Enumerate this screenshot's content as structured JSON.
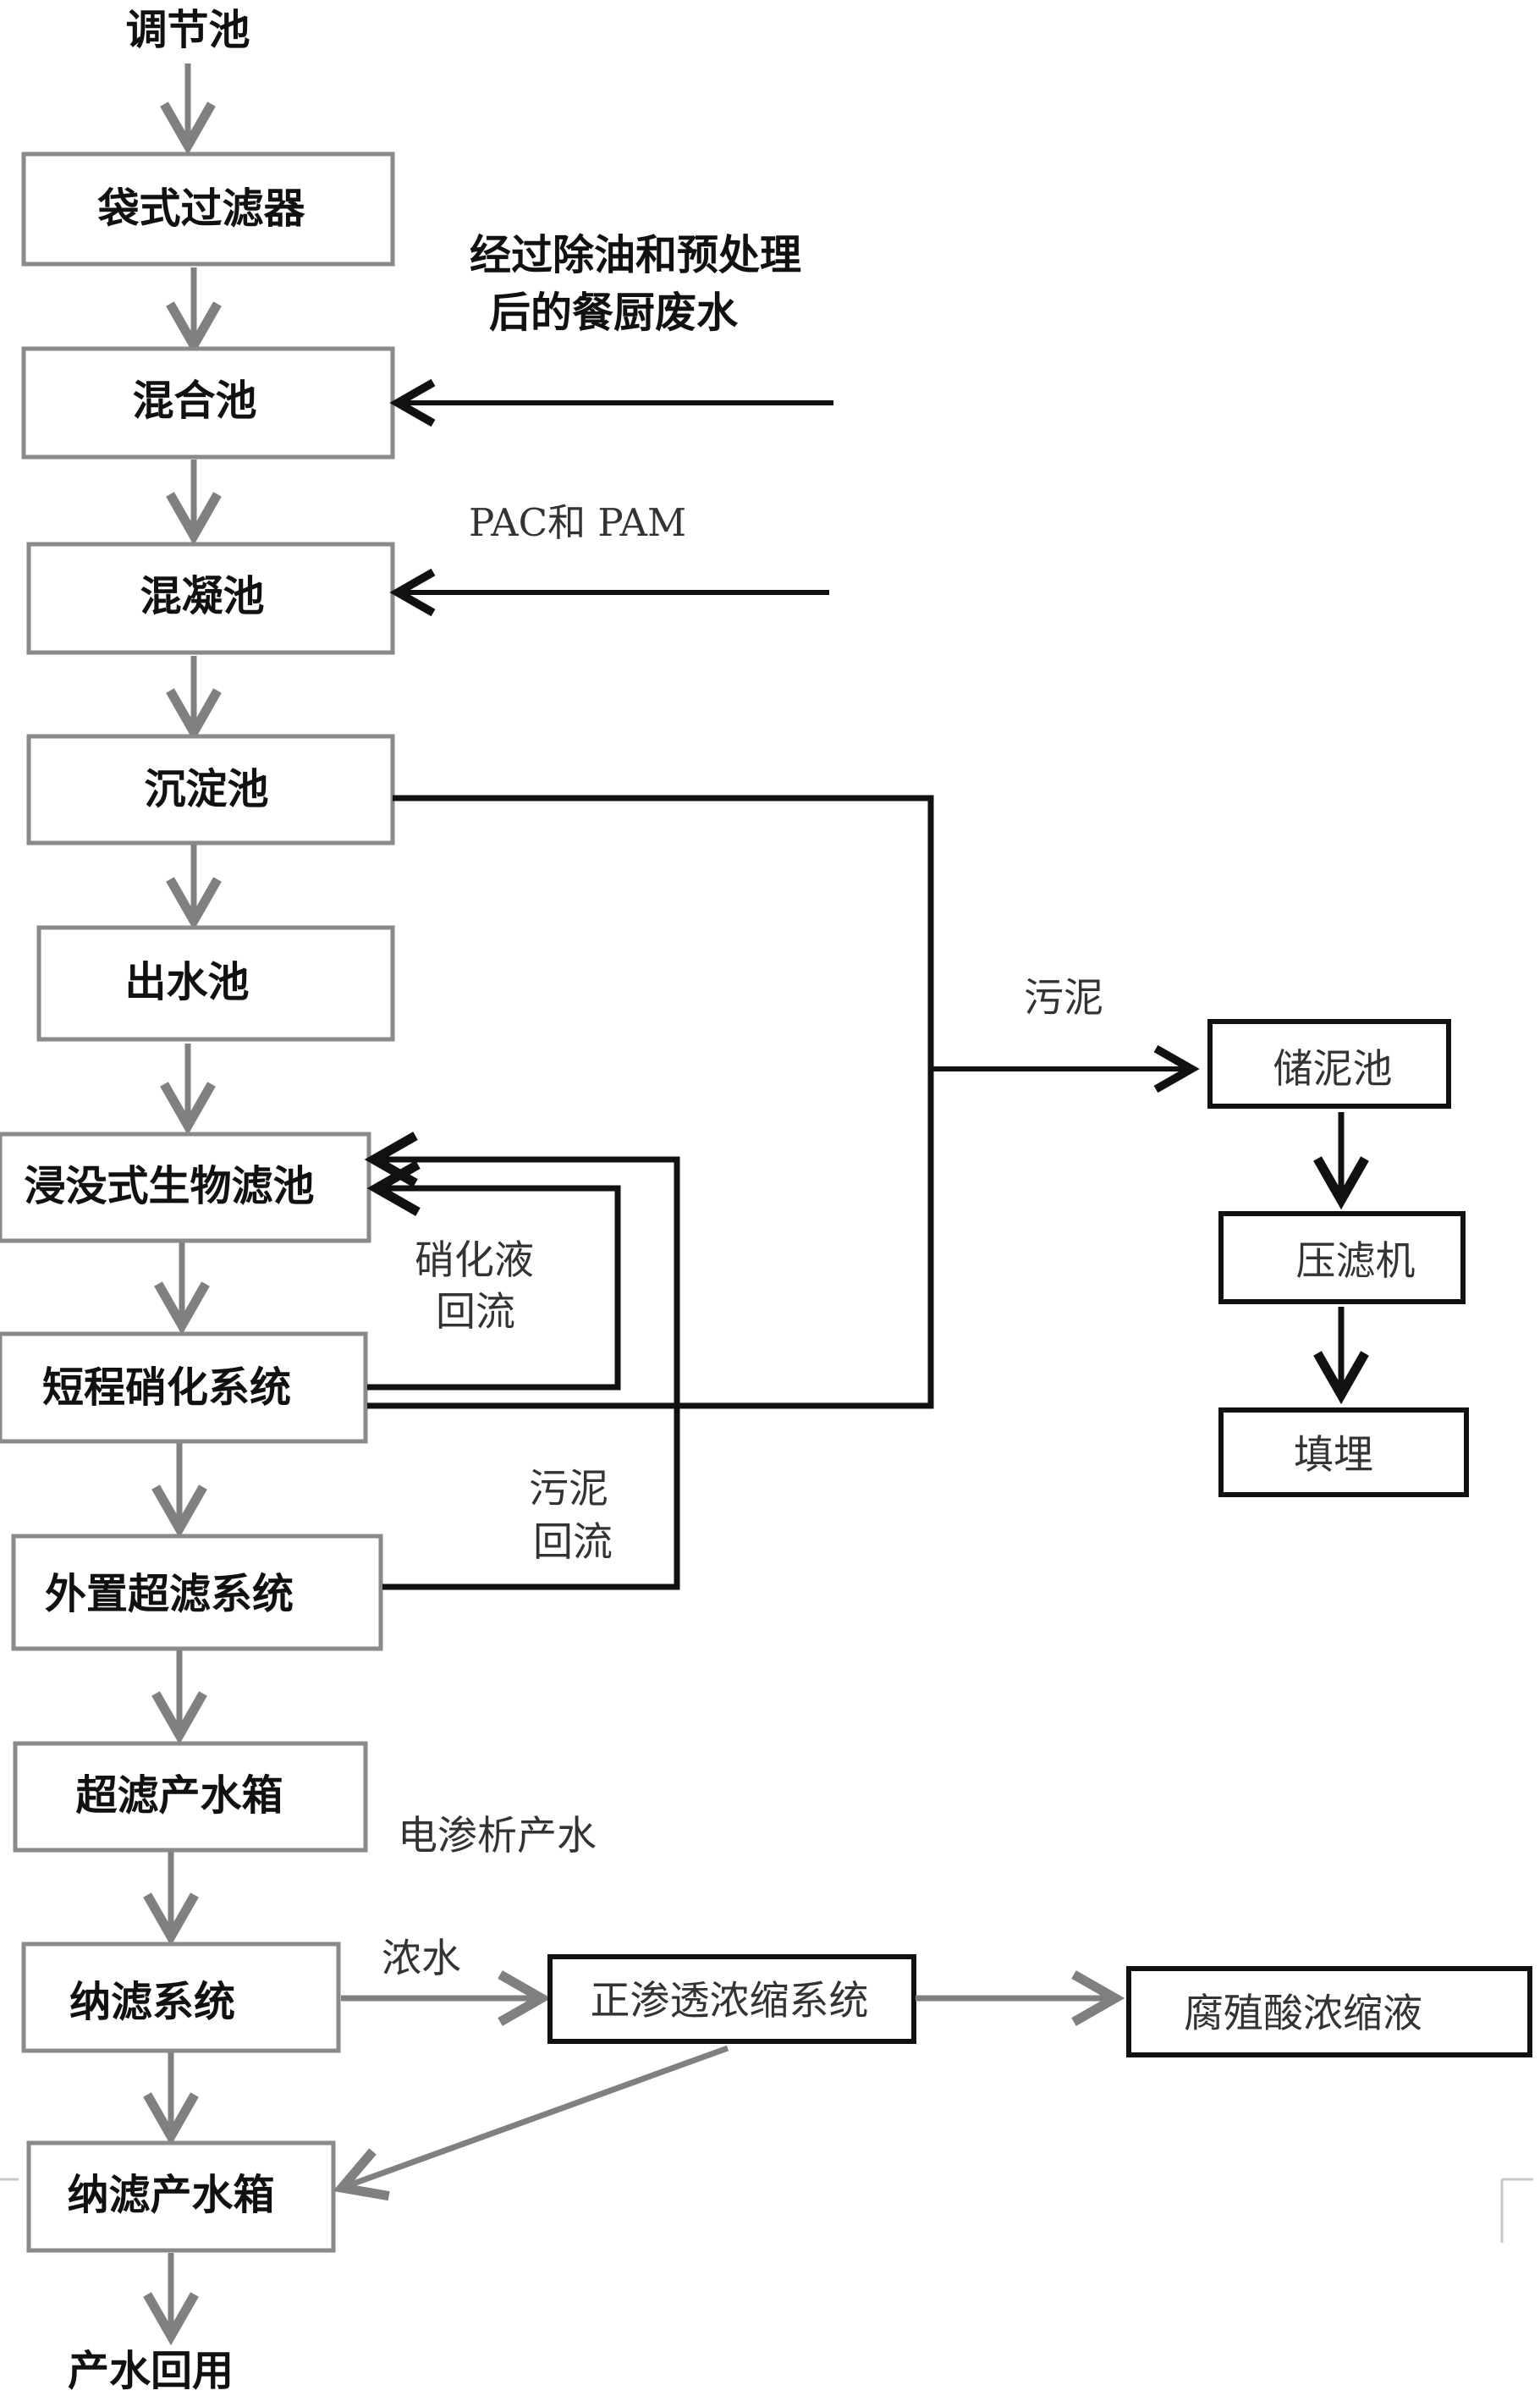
{
  "nodes": {
    "tiaojie": "调节池",
    "daishi": "袋式过滤器",
    "hunhe": "混合池",
    "hunning": "混凝池",
    "chendian": "沉淀池",
    "chushui": "出水池",
    "jinmei": "浸没式生物滤池",
    "duancheng": "短程硝化系统",
    "waizhi": "外置超滤系统",
    "chaolv_tank": "超滤产水箱",
    "nalv": "纳滤系统",
    "nalv_tank": "纳滤产水箱",
    "huiyong": "产水回用",
    "zhengshentou": "正渗透浓缩系统",
    "fuzhisuan": "腐殖酸浓缩液",
    "chuni": "储泥池",
    "yalv": "压滤机",
    "tianmai": "填埋"
  },
  "labels": {
    "feed_line1": "经过除油和预处理",
    "feed_line2": "后的餐厨废水",
    "chemicals": "PAC和 PAM",
    "sludge": "污泥",
    "nitrify_line1": "硝化液",
    "nitrify_line2": "回流",
    "sludge_return_line1": "污泥",
    "sludge_return_line2": "回流",
    "ed_water": "电渗析产水",
    "concentrate": "浓水"
  },
  "colors": {
    "gray_line": "#808080",
    "black_line": "#111111",
    "box_border": "#8a8a8a"
  }
}
